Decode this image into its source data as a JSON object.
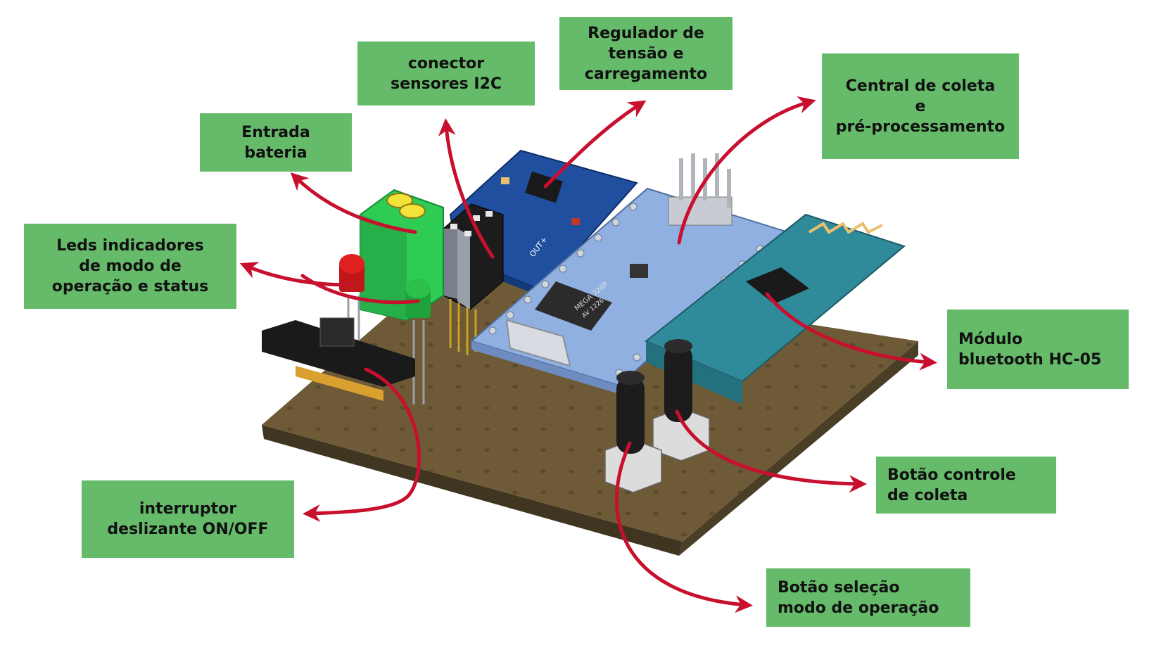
{
  "colors": {
    "label_bg": "#66bb6a",
    "arrow": "#c8102e",
    "pcb_board": "#6e5a36",
    "arduino_nano": "#8fb0e0",
    "regulator_module": "#1f4f9e",
    "bluetooth_module": "#2f8a9a",
    "terminal_block": "#2ecc55"
  },
  "labels": {
    "i2c_connector": {
      "line1": "conector",
      "line2": "sensores I2C"
    },
    "regulator": {
      "line1": "Regulador de",
      "line2": "tensão e",
      "line3": "carregamento"
    },
    "central": {
      "line1": "Central de coleta",
      "line2": "e",
      "line3": "pré-processamento"
    },
    "battery": {
      "line1": "Entrada",
      "line2": "bateria"
    },
    "leds": {
      "line1": "Leds indicadores",
      "line2": "de modo de",
      "line3": "operação e status"
    },
    "bluetooth": {
      "line1": "Módulo",
      "line2": "bluetooth HC-05"
    },
    "switch": {
      "line1": "interruptor",
      "line2": "deslizante ON/OFF"
    },
    "collect_button": {
      "line1": "Botão controle",
      "line2": "de coleta"
    },
    "mode_button": {
      "line1": "Botão seleção",
      "line2": "modo de operação"
    }
  },
  "chip_markings": {
    "regulator_pins": "OUT+",
    "nano_chip": "MEGA 328P",
    "nano_chip_line2": "AV 1226"
  }
}
